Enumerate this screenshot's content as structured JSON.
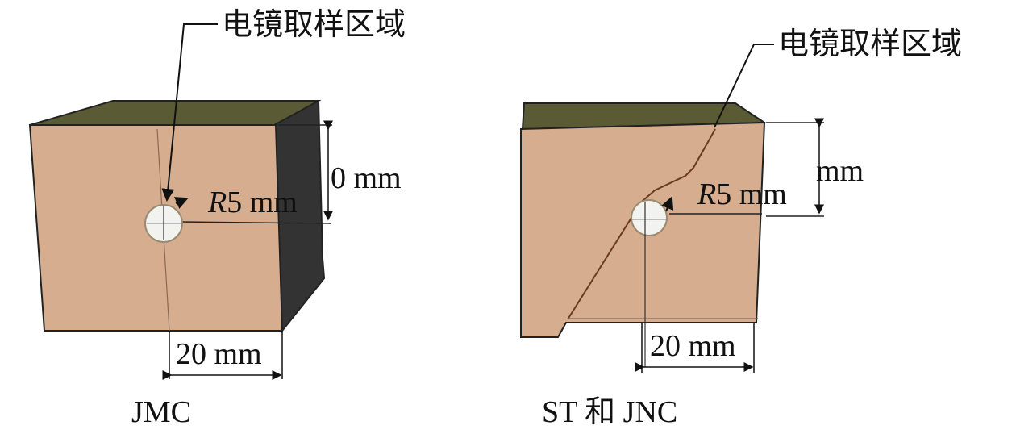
{
  "left": {
    "callout": "电镜取样区域",
    "height_dim": "0 mm",
    "radius_prefix": "R",
    "radius_value": "5 mm",
    "width_dim": "20 mm",
    "caption": "JMC"
  },
  "right": {
    "callout": "电镜取样区域",
    "height_dim": "mm",
    "radius_prefix": "R",
    "radius_value": "5 mm",
    "width_dim": "20 mm",
    "caption": "ST 和 JNC"
  },
  "colors": {
    "face": "#d6ad8e",
    "top": "#5a5a34",
    "side": "#333333",
    "hole": "#f2f2ee"
  }
}
